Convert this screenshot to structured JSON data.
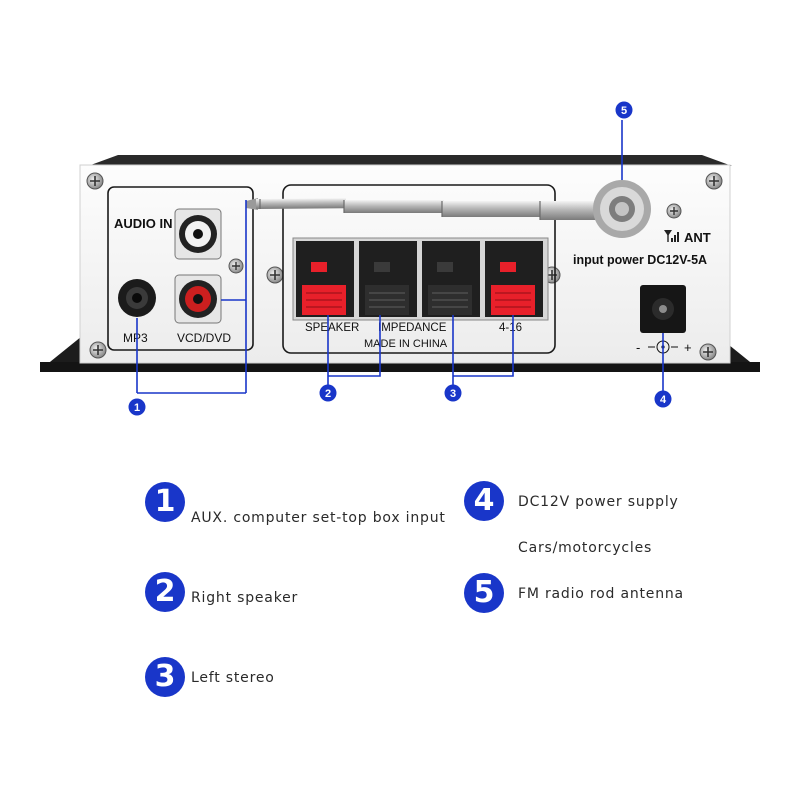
{
  "panel": {
    "audio_in": "AUDIO IN",
    "mp3": "MP3",
    "vcd_dvd": "VCD/DVD",
    "speaker": "SPEAKER",
    "impedance": "IMPEDANCE",
    "impedance_value": "4-16",
    "made_in": "MADE IN CHINA",
    "ant": "ANT",
    "input_power": "input power DC12V-5A",
    "polarity_minus": "-",
    "polarity_plus": "+"
  },
  "callouts": [
    "1",
    "2",
    "3",
    "4",
    "5"
  ],
  "legend": [
    {
      "number": "1",
      "text": "AUX. computer set-top box input"
    },
    {
      "number": "2",
      "text": "Right speaker"
    },
    {
      "number": "3",
      "text": "Left stereo"
    },
    {
      "number": "4",
      "text": "DC12V power supply",
      "subtext": "Cars/motorcycles"
    },
    {
      "number": "5",
      "text": "FM radio rod antenna"
    }
  ],
  "colors": {
    "callout_blue": "#1936c9",
    "terminal_red": "#e8202a",
    "rca_red": "#cc1f1f"
  }
}
